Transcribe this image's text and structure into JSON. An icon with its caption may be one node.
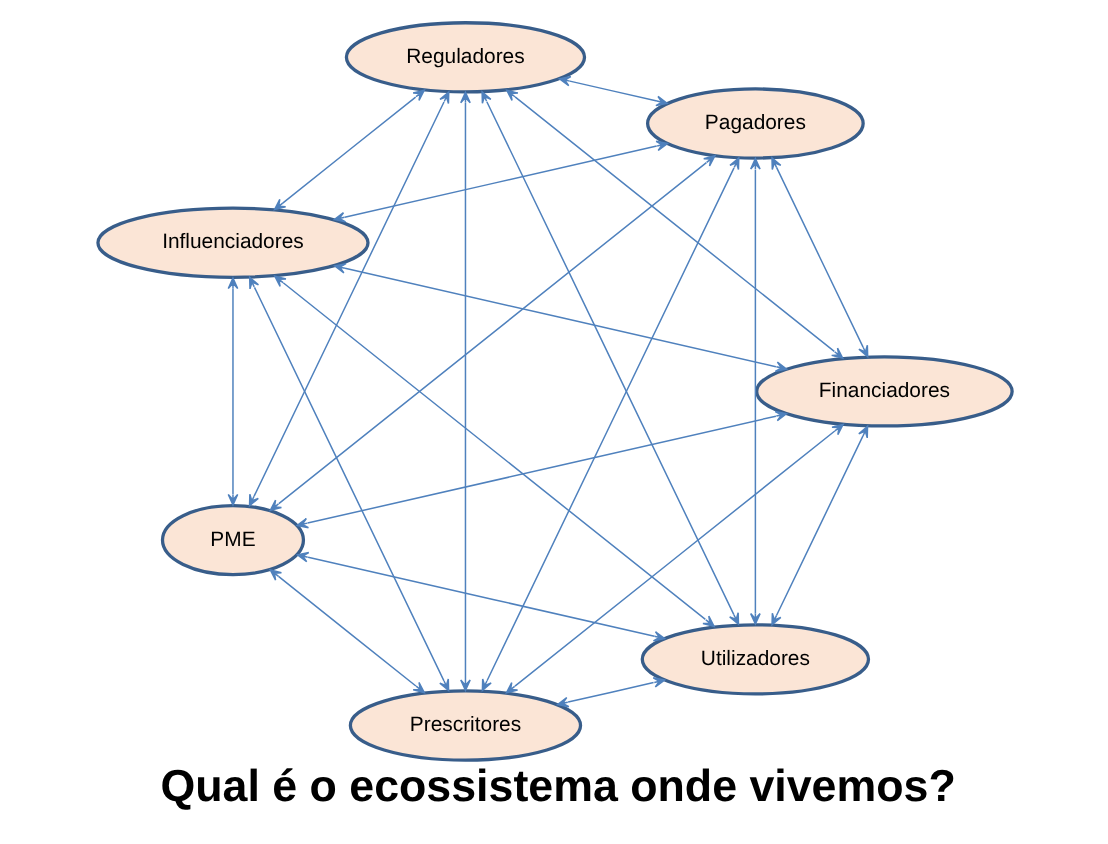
{
  "diagram": {
    "caption": "Qual é o ecossistema onde vivemos?",
    "nodes": [
      {
        "text": [
          "Influenciadores"
        ]
      },
      {
        "text": [
          "Reguladores"
        ]
      },
      {
        "text": [
          "Pagadores"
        ]
      },
      {
        "text": [
          "PME"
        ]
      },
      {
        "text": [
          "Financiadores"
        ]
      },
      {
        "text": [
          "Prescritores"
        ]
      },
      {
        "text": [
          "Utilizadores"
        ]
      }
    ],
    "edges": [
      {
        "from": 0,
        "to": 1,
        "arrow": "both"
      },
      {
        "from": 0,
        "to": 3,
        "arrow": "both"
      },
      {
        "from": 0,
        "to": 2,
        "arrow": "both"
      },
      {
        "from": 0,
        "to": 4,
        "arrow": "both"
      },
      {
        "from": 0,
        "to": 5,
        "arrow": "both"
      },
      {
        "from": 0,
        "to": 6,
        "arrow": "both"
      },
      {
        "from": 1,
        "to": 2,
        "arrow": "both"
      },
      {
        "from": 1,
        "to": 3,
        "arrow": "both"
      },
      {
        "from": 1,
        "to": 5,
        "arrow": "both"
      },
      {
        "from": 1,
        "to": 6,
        "arrow": "both"
      },
      {
        "from": 1,
        "to": 4,
        "arrow": "both"
      },
      {
        "from": 2,
        "to": 3,
        "arrow": "both"
      },
      {
        "from": 2,
        "to": 4,
        "arrow": "both"
      },
      {
        "from": 2,
        "to": 5,
        "arrow": "both"
      },
      {
        "from": 2,
        "to": 6,
        "arrow": "both"
      },
      {
        "from": 3,
        "to": 4,
        "arrow": "both"
      },
      {
        "from": 3,
        "to": 5,
        "arrow": "both"
      },
      {
        "from": 3,
        "to": 6,
        "arrow": "both"
      },
      {
        "from": 4,
        "to": 5,
        "arrow": "both"
      },
      {
        "from": 4,
        "to": 6,
        "arrow": "both"
      },
      {
        "from": 5,
        "to": 6,
        "arrow": "both"
      }
    ]
  }
}
